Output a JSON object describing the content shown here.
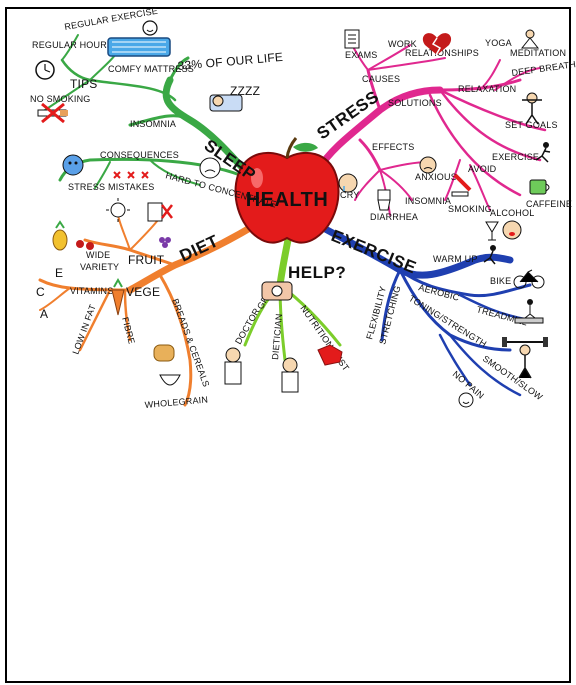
{
  "center": {
    "label": "HEALTH",
    "color": "#e31b1b"
  },
  "branches": {
    "sleep": {
      "label": "SLEEP",
      "color": "#3aa845",
      "items": {
        "stat": "33% OF OUR LIFE",
        "sound": "ZZZZ",
        "insomnia": "INSOMNIA",
        "tips": "TIPS",
        "regular_hours": "REGULAR HOURS",
        "regular_exercise": "REGULAR EXERCISE",
        "comfy_mattress": "COMFY MATTRESS",
        "no_smoking": "NO SMOKING",
        "consequences": "CONSEQUENCES",
        "stress": "STRESS",
        "mistakes": "MISTAKES",
        "hard_to_concentrate": "HARD TO CONCENTRATE"
      }
    },
    "stress": {
      "label": "STRESS",
      "color": "#e0288f",
      "items": {
        "causes": "CAUSES",
        "exams": "EXAMS",
        "work": "WORK",
        "relationships": "RELATIONSHIPS",
        "solutions": "SOLUTIONS",
        "relaxation": "RELAXATION",
        "yoga": "YOGA",
        "meditation": "MEDITATION",
        "deep_breathing": "DEEP BREATHING",
        "set_goals": "SET GOALS",
        "exercise": "EXERCISE",
        "avoid": "AVOID",
        "caffeine": "CAFFEINE",
        "alcohol": "ALCOHOL",
        "smoking": "SMOKING",
        "effects": "EFFECTS",
        "cry": "CRY",
        "diarrhea": "DIARRHEA",
        "insomnia": "INSOMNIA",
        "anxious": "ANXIOUS"
      }
    },
    "exercise": {
      "label": "EXERCISE",
      "color": "#1f3fb0",
      "items": {
        "warm_up": "WARM UP",
        "aerobic": "AEROBIC",
        "bike": "BIKE",
        "treadmill": "TREADMILL",
        "flexibility": "FLEXIBILITY",
        "stretching": "STRETCHING",
        "toning_strength": "TONING/STRENGTH",
        "smooth_slow": "SMOOTH/SLOW",
        "no_pain": "NO PAIN"
      }
    },
    "diet": {
      "label": "DIET",
      "color": "#f07f2e",
      "items": {
        "fruit": "FRUIT",
        "wide": "WIDE",
        "variety": "VARIETY",
        "vege": "VEGE",
        "vitamins": "VITAMINS",
        "vit_e": "E",
        "vit_c": "C",
        "vit_a": "A",
        "low_in_fat": "LOW IN FAT",
        "fibre": "FIBRE",
        "breads_cereals": "BREADS & CEREALS",
        "wholegrain": "WHOLEGRAIN"
      }
    },
    "help": {
      "label": "HELP?",
      "color": "#7ccd2b",
      "items": {
        "gp": "GP",
        "doctor": "DOCTOR",
        "dietician": "DIETICIAN",
        "nutrition_aust": "NUTRITION AUST"
      }
    }
  }
}
